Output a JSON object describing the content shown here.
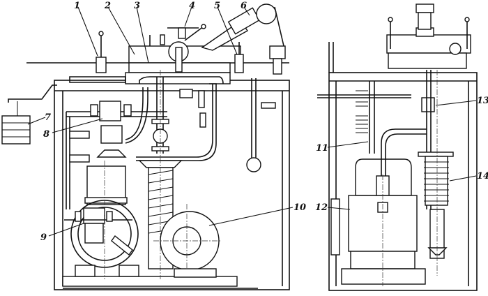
{
  "figure": {
    "views": [
      "front-view",
      "side-view"
    ],
    "callouts": [
      {
        "id": "1",
        "text": "1"
      },
      {
        "id": "2",
        "text": "2"
      },
      {
        "id": "3",
        "text": "3"
      },
      {
        "id": "4",
        "text": "4"
      },
      {
        "id": "5",
        "text": "5"
      },
      {
        "id": "6",
        "text": "6"
      },
      {
        "id": "7",
        "text": "7"
      },
      {
        "id": "8",
        "text": "8"
      },
      {
        "id": "9",
        "text": "9"
      },
      {
        "id": "10",
        "text": "10"
      },
      {
        "id": "11",
        "text": "11"
      },
      {
        "id": "12",
        "text": "12"
      },
      {
        "id": "13",
        "text": "13"
      },
      {
        "id": "14",
        "text": "14"
      }
    ]
  }
}
